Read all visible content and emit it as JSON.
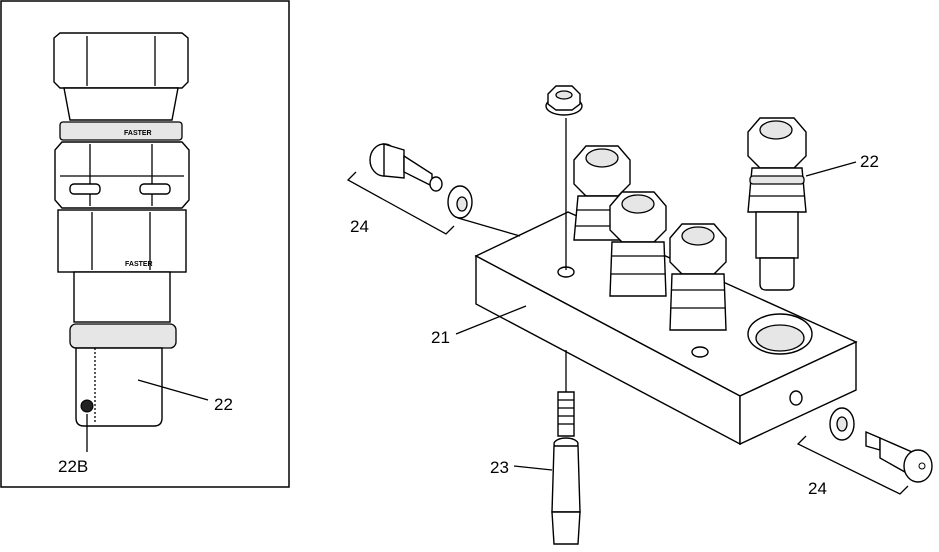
{
  "callouts": {
    "c21": "21",
    "c22_inset": "22",
    "c22b": "22B",
    "c22_main": "22",
    "c23": "23",
    "c24_left": "24",
    "c24_right": "24"
  },
  "brand_mark": "FASTER"
}
